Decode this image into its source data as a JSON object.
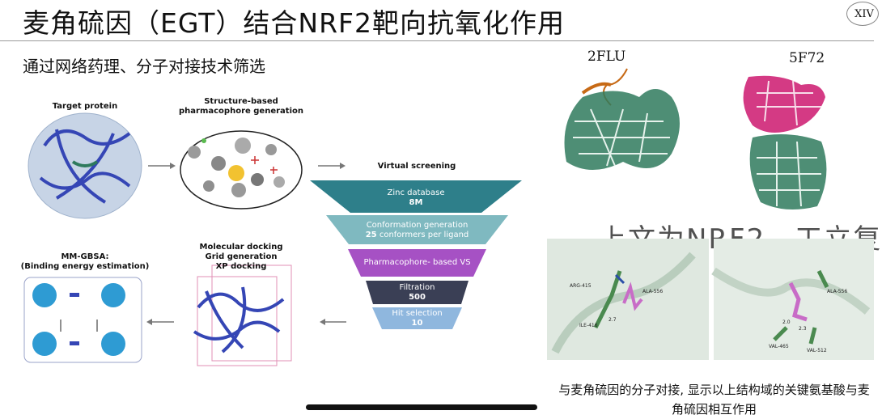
{
  "slide": {
    "title": "麦角硫因（EGT）结合NRF2靶向抗氧化作用",
    "page_badge": "XIV",
    "subtitle": "通过网络药理、分子对接技术筛选"
  },
  "workflow": {
    "target_protein": "Target protein",
    "pharmacophore": "Structure-based\npharmacophore generation",
    "virtual_screening": "Virtual screening",
    "docking": "Molecular docking\nGrid generation\nXP docking",
    "mmgbsa": "MM-GBSA:\n(Binding energy estimation)",
    "funnel": [
      {
        "label": "Zinc database",
        "value": "8M",
        "color": "#2e7f8a"
      },
      {
        "label": "Conformation generation",
        "value_prefix": "25",
        "value": "conformers per ligand",
        "color": "#7fb9c0"
      },
      {
        "label": "Pharmacophore- based VS",
        "value": "",
        "color": "#a651c4"
      },
      {
        "label": "Filtration",
        "value": "500",
        "color": "#3a3f55"
      },
      {
        "label": "Hit selection",
        "value": "10",
        "color": "#8fb7de"
      }
    ]
  },
  "structures": {
    "left_id": "2FLU",
    "right_id": "5F72",
    "partial_overlay": "上文为NRF2　工立复"
  },
  "docking_views": {
    "left_residues": [
      "ARG-415",
      "ALA-556",
      "ILE-416"
    ],
    "left_distance": "2.7",
    "right_residues": [
      "ALA-556",
      "VAL-465",
      "VAL-512"
    ],
    "right_distances": [
      "2.0",
      "2.3"
    ]
  },
  "caption": "与麦角硫因的分子对接, 显示以上结构域的关键氨基酸与麦角硫因相互作用",
  "colors": {
    "protein_green": "#2f7a5d",
    "protein_blue": "#3546b5",
    "ligand_magenta": "#d43a84"
  }
}
